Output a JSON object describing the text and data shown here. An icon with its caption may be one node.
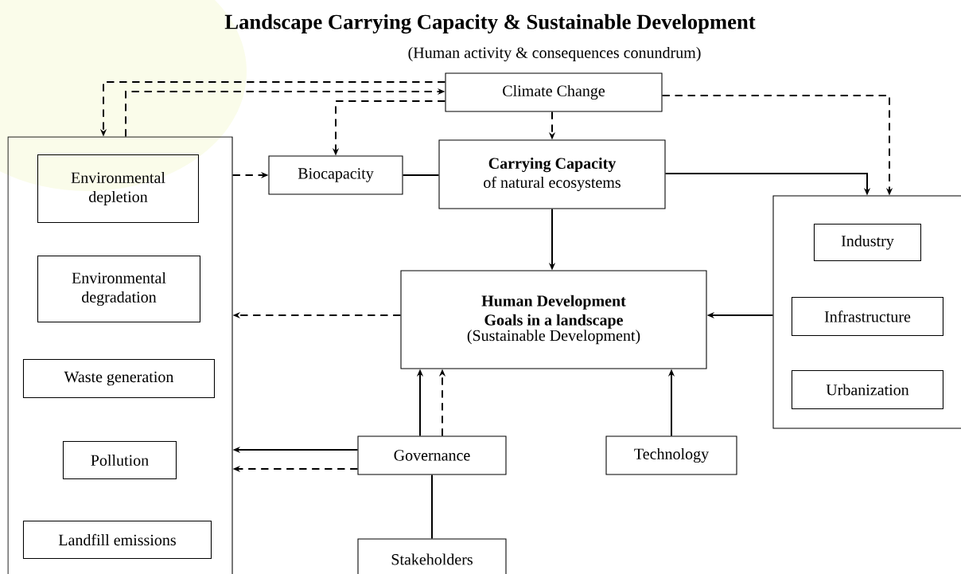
{
  "diagram": {
    "title": "Landscape Carrying Capacity & Sustainable Development",
    "nodes": [
      {
        "text": [
          "Climate Change"
        ]
      },
      {
        "text": [],
        "shape": "box"
      },
      {
        "text": [
          "Environmental depletion"
        ],
        "in": 1
      },
      {
        "text": [
          "Environmental degradation"
        ],
        "in": 1
      },
      {
        "text": [
          "Waste generation"
        ],
        "in": 1
      },
      {
        "text": [
          "Pollution"
        ],
        "in": 1
      },
      {
        "text": [
          "Landfill emissions"
        ],
        "in": 1
      },
      {
        "text": [
          "Biocapacity"
        ]
      },
      {
        "text": [
          "Carrying Capacity",
          "of natural ecosystems"
        ]
      },
      {
        "text": [
          "Human Development Goals in a landscape",
          "(Sustainable Development)"
        ]
      },
      {
        "text": [],
        "shape": "box"
      },
      {
        "text": [
          "Industry"
        ],
        "in": 10
      },
      {
        "text": [
          "Infrastructure"
        ],
        "in": 10
      },
      {
        "text": [
          "Urbanization"
        ],
        "in": 10
      },
      {
        "text": [
          "Governance"
        ]
      },
      {
        "text": [
          "Technology"
        ]
      },
      {
        "text": [
          "Stakeholders"
        ]
      }
    ],
    "edges": [
      {
        "from": 0,
        "to": 1,
        "arrow": "to",
        "style": "dashed"
      },
      {
        "from": 1,
        "to": 0,
        "arrow": "to",
        "style": "dashed"
      },
      {
        "from": 0,
        "to": 7,
        "arrow": "to",
        "style": "dashed"
      },
      {
        "from": 0,
        "to": 8,
        "arrow": "to",
        "style": "dashed"
      },
      {
        "from": 0,
        "to": 10,
        "arrow": "to",
        "style": "dashed"
      },
      {
        "from": 1,
        "to": 7,
        "arrow": "to",
        "style": "dashed"
      },
      {
        "from": 7,
        "to": 8,
        "arrow": "none"
      },
      {
        "from": 8,
        "to": 10,
        "arrow": "to"
      },
      {
        "from": 8,
        "to": 9,
        "arrow": "to"
      },
      {
        "from": 9,
        "to": 1,
        "arrow": "to",
        "style": "dashed"
      },
      {
        "from": 10,
        "to": 9,
        "arrow": "to"
      },
      {
        "from": 14,
        "to": 9,
        "arrow": "to"
      },
      {
        "from": 14,
        "to": 9,
        "arrow": "to",
        "style": "dashed"
      },
      {
        "from": 15,
        "to": 9,
        "arrow": "to"
      },
      {
        "from": 14,
        "to": 1,
        "arrow": "to"
      },
      {
        "from": 14,
        "to": 1,
        "arrow": "to",
        "style": "dashed"
      },
      {
        "from": 14,
        "to": 16,
        "arrow": "none"
      }
    ],
    "labels": [
      "(Human activity & consequences conundrum)"
    ]
  }
}
